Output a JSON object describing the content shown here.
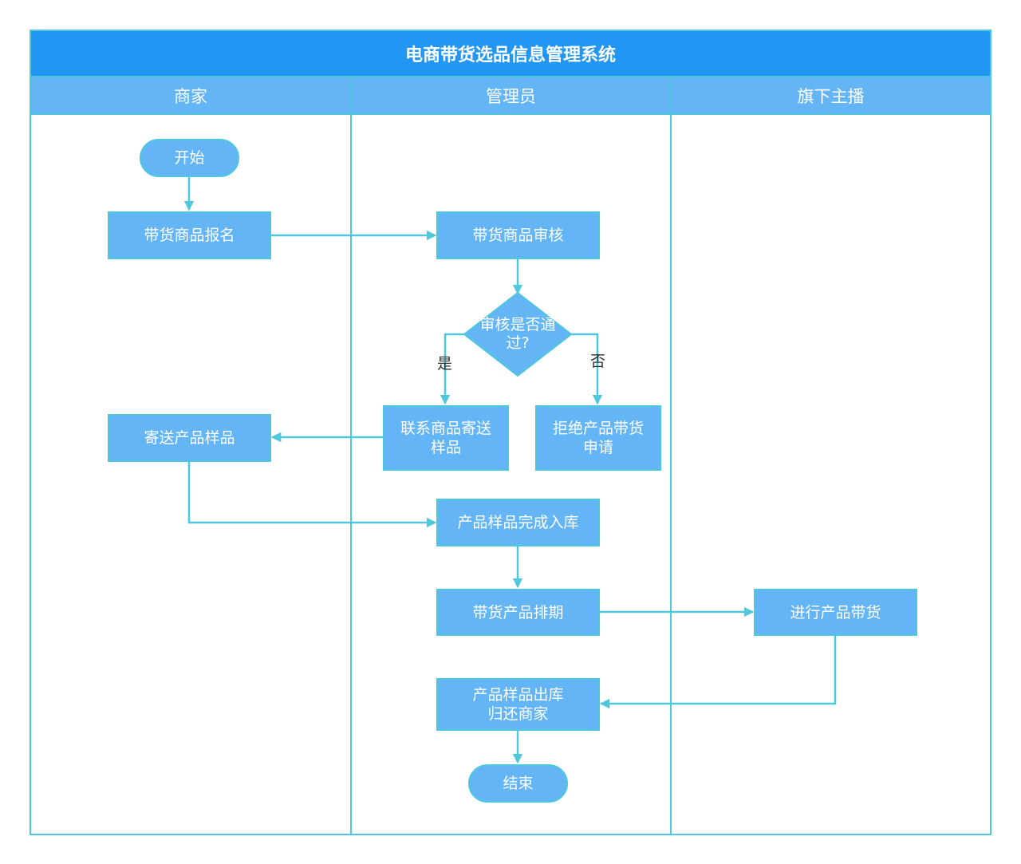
{
  "title": "电商带货选品信息管理系统",
  "lanes": [
    {
      "name": "商家"
    },
    {
      "name": "管理员"
    },
    {
      "name": "旗下主播"
    }
  ],
  "nodes": {
    "start": "开始",
    "merchant_signup": "带货商品报名",
    "review": "带货商品审核",
    "decision": "审核是否通过?",
    "contact_merchant": "联系商品寄送样品",
    "reject": "拒绝产品带货申请",
    "send_sample": "寄送产品样品",
    "sample_stored": "产品样品完成入库",
    "schedule": "带货产品排期",
    "live_sell": "进行产品带货",
    "sample_return": "产品样品出库归还商家",
    "end": "结束"
  },
  "edge_labels": {
    "yes": "是",
    "no": "否"
  },
  "colors": {
    "title_bg": "#2196f3",
    "lane_head_bg": "#64b5f6",
    "node_fill": "#64b5f6",
    "border": "#4dc8dc",
    "connector": "#4dc8dc"
  }
}
